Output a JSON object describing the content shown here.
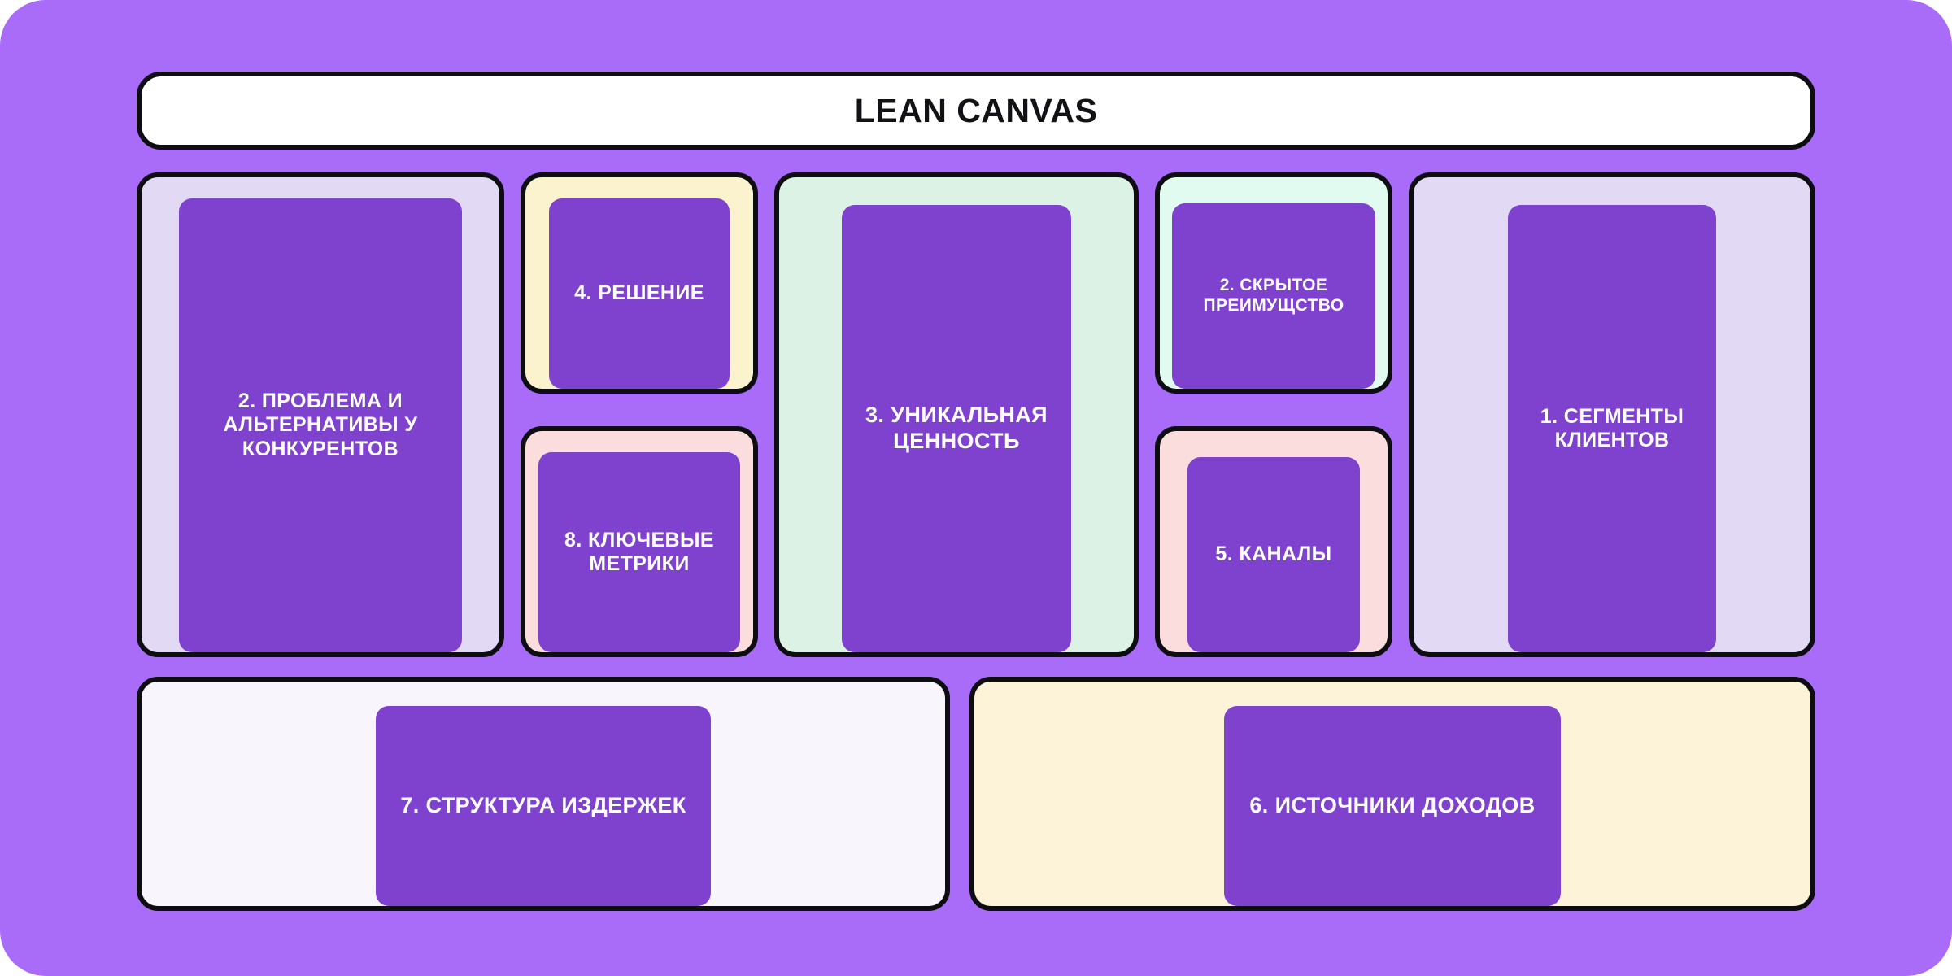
{
  "header": {
    "title": "LEAN CANVAS"
  },
  "theme": {
    "background": "#a86cf8",
    "badge": "#7f42cf",
    "border": "#0d0d12",
    "title_bar": "#ffffff",
    "badge_text": "#ffffff"
  },
  "blocks": {
    "problem": {
      "label": "2. ПРОБЛЕМА И\nАЛЬТЕРНАТИВЫ У\nКОНКУРЕНТОВ",
      "number": "2",
      "color": "#e2daf5"
    },
    "solution": {
      "label": "4. РЕШЕНИЕ",
      "number": "4",
      "color": "#fbf3cd"
    },
    "metrics": {
      "label": "8. КЛЮЧЕВЫЕ\nМЕТРИКИ",
      "number": "8",
      "color": "#fadddc"
    },
    "value": {
      "label": "3. УНИКАЛЬНАЯ\nЦЕННОСТЬ",
      "number": "3",
      "color": "#dcf2e4"
    },
    "advantage": {
      "label": "2. СКРЫТОЕ\nПРЕИМУЩСТВО",
      "number": "2",
      "color": "#e1fbf0"
    },
    "channels": {
      "label": "5. КАНАЛЫ",
      "number": "5",
      "color": "#fadddc"
    },
    "segments": {
      "label": "1. СЕГМЕНТЫ\nКЛИЕНТОВ",
      "number": "1",
      "color": "#e2daf5"
    },
    "cost": {
      "label": "7. СТРУКТУРА ИЗДЕРЖЕК",
      "number": "7",
      "color": "#f8f5fc"
    },
    "revenue": {
      "label": "6. ИСТОЧНИКИ ДОХОДОВ",
      "number": "6",
      "color": "#fdf3d8"
    }
  }
}
